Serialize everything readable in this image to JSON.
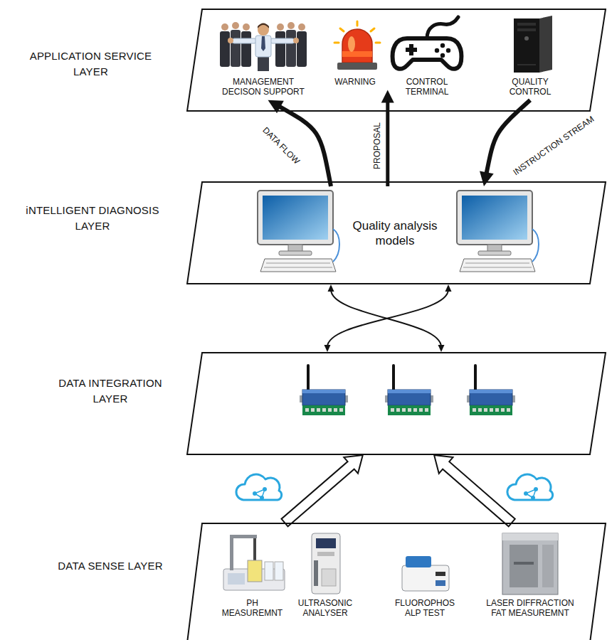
{
  "diagram": {
    "nodes": [
      {
        "text": [
          "APPLICATION SERVICE LAYER"
        ]
      },
      {
        "text": [
          "MANAGEMENT DECISON SUPPORT"
        ],
        "in": 0
      },
      {
        "text": [
          "WARNING"
        ],
        "in": 0
      },
      {
        "text": [
          "CONTROL TERMINAL"
        ],
        "in": 0
      },
      {
        "text": [
          "QUALITY CONTROL"
        ],
        "in": 0
      },
      {
        "text": [
          "iNTELLIGENT DIAGNOSIS LAYER"
        ]
      },
      {
        "text": [
          "Quality analysis models"
        ],
        "in": 5
      },
      {
        "text": [
          "DATA INTEGRATION LAYER"
        ]
      },
      {
        "text": [
          "DATA SENSE LAYER"
        ]
      },
      {
        "text": [
          "PH MEASUREMNT"
        ],
        "in": 8
      },
      {
        "text": [
          "ULTRASONIC ANALYSER"
        ],
        "in": 8
      },
      {
        "text": [
          "FLUOROPHOS ALP TEST"
        ],
        "in": 8
      },
      {
        "text": [
          "LASER DIFFRACTION FAT MEASUREMNT"
        ],
        "in": 8
      }
    ],
    "edges": [
      {
        "from": 6,
        "to": 1,
        "label": "DATA FLOW",
        "arrow": "to"
      },
      {
        "from": 6,
        "to": 2,
        "label": "PROPOSAL",
        "arrow": "to"
      },
      {
        "from": 4,
        "to": 6,
        "label": "INSTRUCTION STREAM",
        "arrow": "to"
      },
      {
        "from": 7,
        "to": 5,
        "arrow": "both"
      },
      {
        "from": 7,
        "to": 5,
        "arrow": "both"
      },
      {
        "from": 8,
        "to": 7,
        "arrow": "to"
      },
      {
        "from": 8,
        "to": 7,
        "arrow": "to"
      }
    ]
  }
}
